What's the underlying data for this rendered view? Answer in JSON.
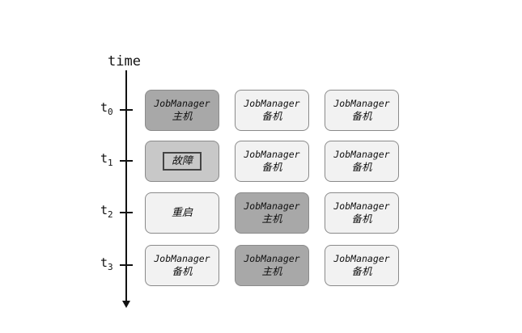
{
  "axis": {
    "label": "time"
  },
  "ticks": [
    {
      "base": "t",
      "sub": "0"
    },
    {
      "base": "t",
      "sub": "1"
    },
    {
      "base": "t",
      "sub": "2"
    },
    {
      "base": "t",
      "sub": "3"
    }
  ],
  "rows": [
    [
      {
        "line1": "JobManager",
        "line2": "主机",
        "shade": "dark"
      },
      {
        "line1": "JobManager",
        "line2": "备机",
        "shade": "light"
      },
      {
        "line1": "JobManager",
        "line2": "备机",
        "shade": "light"
      }
    ],
    [
      {
        "text": "故障",
        "shade": "mid",
        "framed": true
      },
      {
        "line1": "JobManager",
        "line2": "备机",
        "shade": "light"
      },
      {
        "line1": "JobManager",
        "line2": "备机",
        "shade": "light"
      }
    ],
    [
      {
        "text": "重启",
        "shade": "light"
      },
      {
        "line1": "JobManager",
        "line2": "主机",
        "shade": "dark"
      },
      {
        "line1": "JobManager",
        "line2": "备机",
        "shade": "light"
      }
    ],
    [
      {
        "line1": "JobManager",
        "line2": "备机",
        "shade": "light"
      },
      {
        "line1": "JobManager",
        "line2": "主机",
        "shade": "dark"
      },
      {
        "line1": "JobManager",
        "line2": "备机",
        "shade": "light"
      }
    ]
  ]
}
